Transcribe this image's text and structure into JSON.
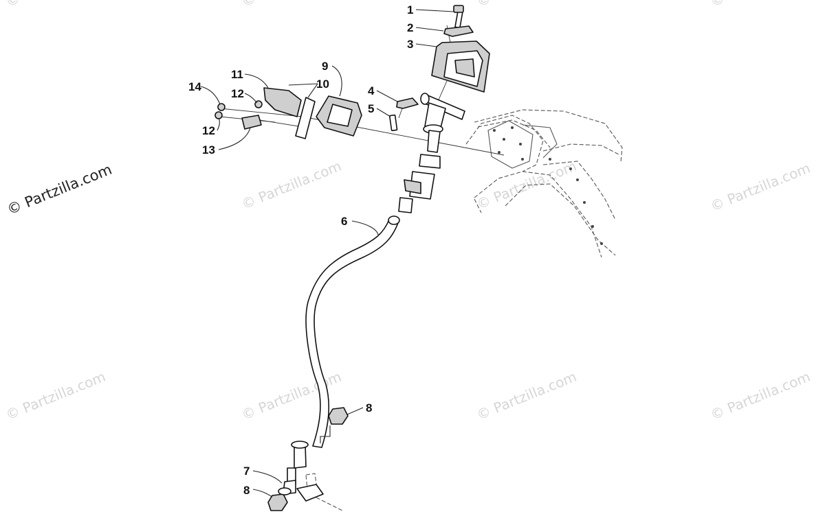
{
  "watermark": {
    "main": "© Partzilla.com",
    "tiles": [
      "© Partzilla.com",
      "© Partzilla.com",
      "© Partzilla.com",
      "© Partzilla.com",
      "© Partzilla.com",
      "© Partzilla.com",
      "© Partzilla.com",
      "© Partzilla.com",
      "© Partzilla.com",
      "© Partzilla.com",
      "© Partzilla.com"
    ]
  },
  "callouts": [
    {
      "id": "c1",
      "label": "1"
    },
    {
      "id": "c2",
      "label": "2"
    },
    {
      "id": "c3",
      "label": "3"
    },
    {
      "id": "c4",
      "label": "4"
    },
    {
      "id": "c5",
      "label": "5"
    },
    {
      "id": "c6",
      "label": "6"
    },
    {
      "id": "c7",
      "label": "7"
    },
    {
      "id": "c8a",
      "label": "8"
    },
    {
      "id": "c8b",
      "label": "8"
    },
    {
      "id": "c9",
      "label": "9"
    },
    {
      "id": "c10",
      "label": "10"
    },
    {
      "id": "c11",
      "label": "11"
    },
    {
      "id": "c12a",
      "label": "12"
    },
    {
      "id": "c12b",
      "label": "12"
    },
    {
      "id": "c13",
      "label": "13"
    },
    {
      "id": "c14",
      "label": "14"
    }
  ]
}
